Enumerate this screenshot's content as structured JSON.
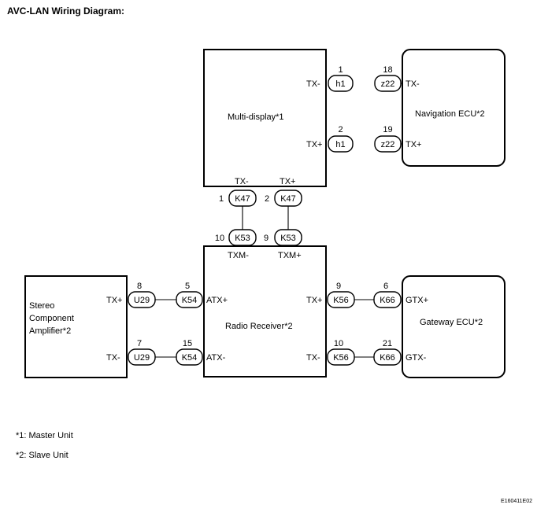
{
  "title": "AVC-LAN Wiring Diagram:",
  "components": {
    "multi_display": "Multi-display*1",
    "navigation_ecu": "Navigation ECU*2",
    "radio_receiver": "Radio Receiver*2",
    "stereo_amp": [
      "Stereo",
      "Component",
      "Amplifier*2"
    ],
    "gateway_ecu": "Gateway ECU*2"
  },
  "terminals": {
    "md_txm": "TX-",
    "md_txp": "TX+",
    "md_bottom_txm": "TX-",
    "md_bottom_txp": "TX+",
    "nav_txm": "TX-",
    "nav_txp": "TX+",
    "rr_txm_label": "TXM-",
    "rr_txp_label": "TXM+",
    "rr_atxp": "ATX+",
    "rr_atxm": "ATX-",
    "rr_txp": "TX+",
    "rr_txm": "TX-",
    "amp_txp": "TX+",
    "amp_txm": "TX-",
    "gw_txp": "GTX+",
    "gw_txm": "GTX-"
  },
  "connectors": {
    "h1_top": "h1",
    "h1_bottom": "h1",
    "z22_top": "z22",
    "z22_bottom": "z22",
    "k47_left": "K47",
    "k47_right": "K47",
    "k53_left": "K53",
    "k53_right": "K53",
    "u29_top": "U29",
    "u29_bottom": "U29",
    "k54_top": "K54",
    "k54_bottom": "K54",
    "k56_top": "K56",
    "k56_bottom": "K56",
    "k66_top": "K66",
    "k66_bottom": "K66"
  },
  "pins": {
    "h1_top": "1",
    "h1_bottom": "2",
    "z22_top": "18",
    "z22_bottom": "19",
    "k47_left": "1",
    "k47_right": "2",
    "k53_left": "10",
    "k53_right": "9",
    "u29_top": "8",
    "u29_bottom": "7",
    "k54_top": "5",
    "k54_bottom": "15",
    "k56_top": "9",
    "k56_bottom": "10",
    "k66_top": "6",
    "k66_bottom": "21"
  },
  "footnotes": [
    "*1: Master Unit",
    "*2: Slave Unit"
  ],
  "figure_code": "E160411E02"
}
